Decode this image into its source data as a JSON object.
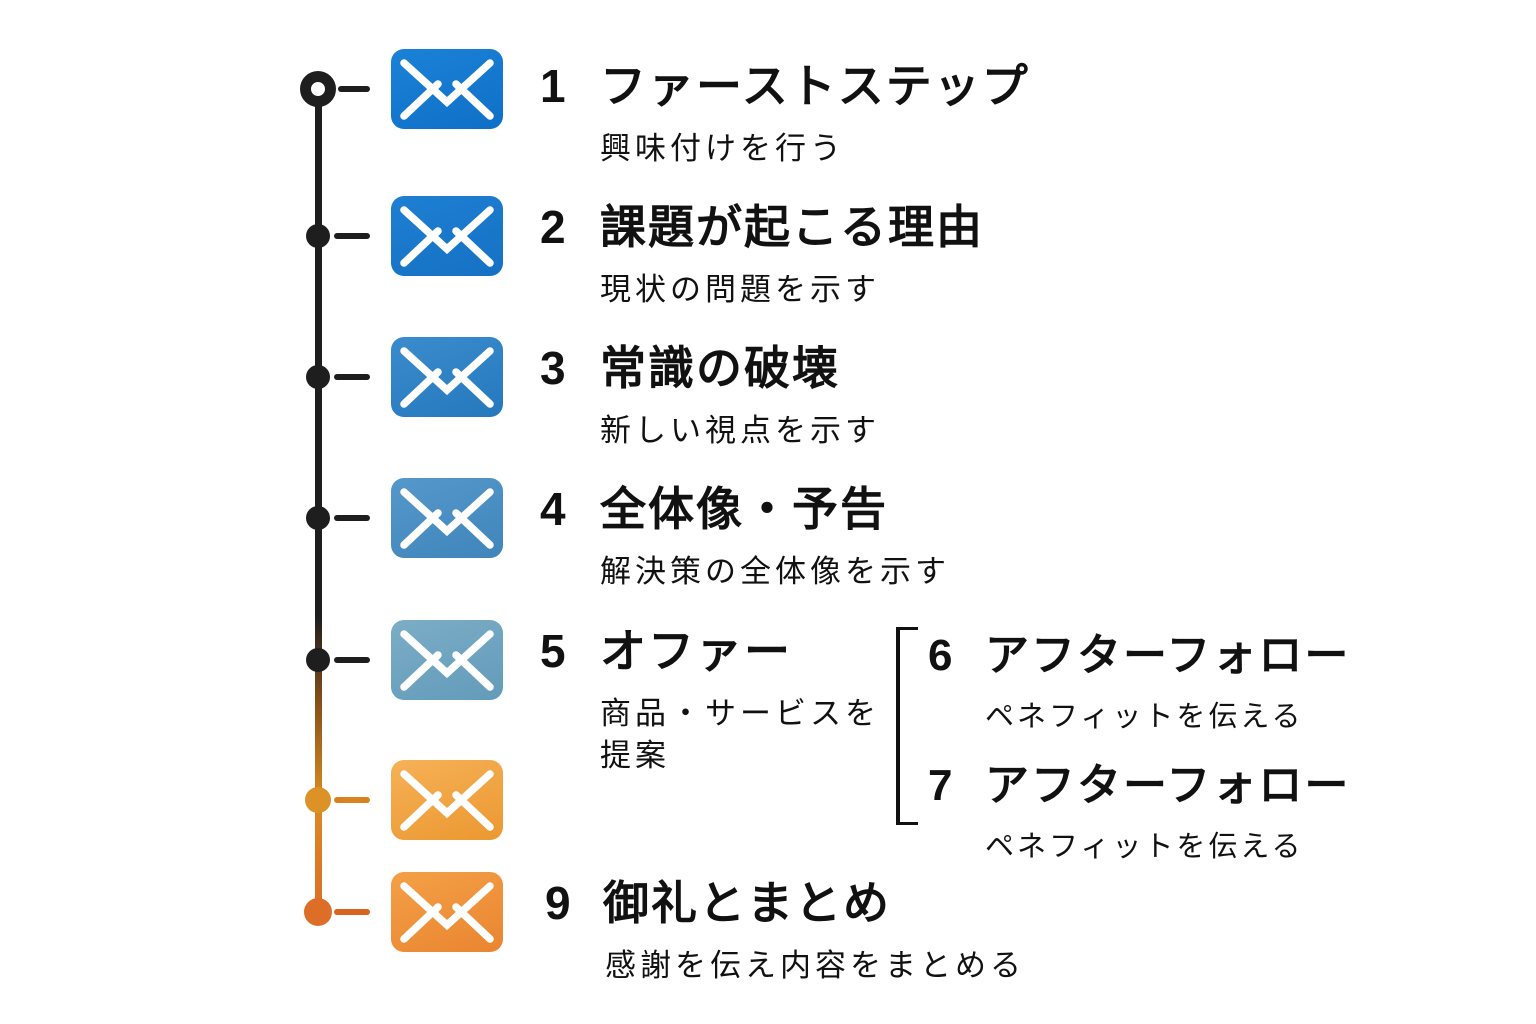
{
  "background": "#ffffff",
  "timeline": {
    "colors": {
      "line_top": "#1e1e1e",
      "line_bottom": "#dc6e28",
      "node_black": "#1e1e1e",
      "node_orange": "#dc9226",
      "node_deep_orange": "#dc6e28",
      "envelope_blue_1": "#1479cf",
      "envelope_blue_2": "#1a78cc",
      "envelope_blue_3": "#2f82c6",
      "envelope_blue_4": "#4a90c4",
      "envelope_blue_5": "#70a7c2",
      "envelope_orange_6": "#f1a244",
      "envelope_orange_7": "#ee9037"
    },
    "steps": [
      {
        "number": "1",
        "title": "ファーストステップ",
        "subtitle": "興味付けを行う",
        "icon": "envelope-icon",
        "icon_color": "#1479cf"
      },
      {
        "number": "2",
        "title": "課題が起こる理由",
        "subtitle": "現状の問題を示す",
        "icon": "envelope-icon",
        "icon_color": "#1a78cc"
      },
      {
        "number": "3",
        "title": "常識の破壊",
        "subtitle": "新しい視点を示す",
        "icon": "envelope-icon",
        "icon_color": "#2f82c6"
      },
      {
        "number": "4",
        "title": "全体像・予告",
        "subtitle": "解決策の全体像を示す",
        "icon": "envelope-icon",
        "icon_color": "#4a90c4"
      },
      {
        "number": "5",
        "title": "オファー",
        "subtitle_lines": [
          "商品・サービスを",
          "提案"
        ],
        "icon": "envelope-icon",
        "icon_color": "#70a7c2"
      },
      {
        "icon": "envelope-icon",
        "icon_color": "#f1a244"
      },
      {
        "number": "9",
        "title": "御礼とまとめ",
        "subtitle": "感謝を伝え内容をまとめる",
        "icon": "envelope-icon",
        "icon_color": "#ee9037"
      }
    ],
    "side_steps": [
      {
        "number": "6",
        "title": "アフターフォロー",
        "subtitle": "ペネフィットを伝える"
      },
      {
        "number": "7",
        "title": "アフターフォロー",
        "subtitle": "ペネフィットを伝える"
      }
    ]
  }
}
